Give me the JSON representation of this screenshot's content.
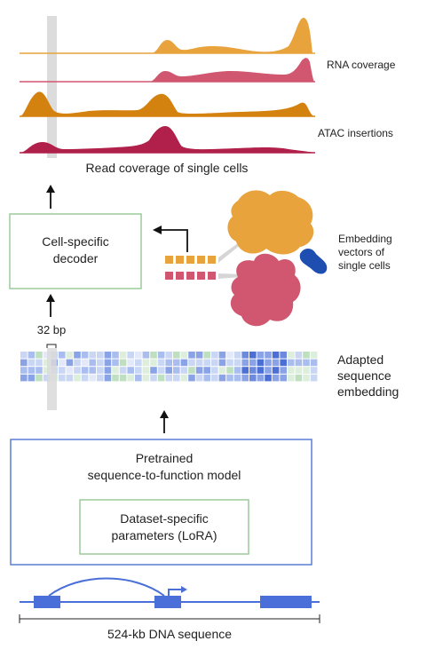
{
  "labels": {
    "rna_coverage": "RNA coverage",
    "atac_insertions": "ATAC insertions",
    "read_coverage": "Read coverage of single cells",
    "decoder_line1": "Cell-specific",
    "decoder_line2": "decoder",
    "embedding_vectors_line1": "Embedding",
    "embedding_vectors_line2": "vectors of",
    "embedding_vectors_line3": "single cells",
    "bin_size": "32 bp",
    "adapted_line1": "Adapted",
    "adapted_line2": "sequence",
    "adapted_line3": "embedding",
    "pretrained_line1": "Pretrained",
    "pretrained_line2": "sequence-to-function model",
    "lora_line1": "Dataset-specific",
    "lora_line2": "parameters (LoRA)",
    "dna": "524-kb DNA sequence"
  },
  "colors": {
    "track_orange": "#E8A33D",
    "track_pink": "#D0576F",
    "track_dark_orange": "#D4820F",
    "track_crimson": "#B0204A",
    "decoder_border": "#9BCB9B",
    "model_border": "#5A7FD6",
    "lora_border": "#9BCB9B",
    "dna_blue": "#4A6FD8",
    "highlight_gray": "#D9D9D9",
    "cell_blue": "#1E4FB0"
  },
  "icons": {
    "orange_cell": "orange-cell-blob-icon",
    "pink_cell": "pink-cell-blob-icon",
    "blue_cell": "blue-cell-blob-icon",
    "promoter": "promoter-arrow-icon"
  }
}
